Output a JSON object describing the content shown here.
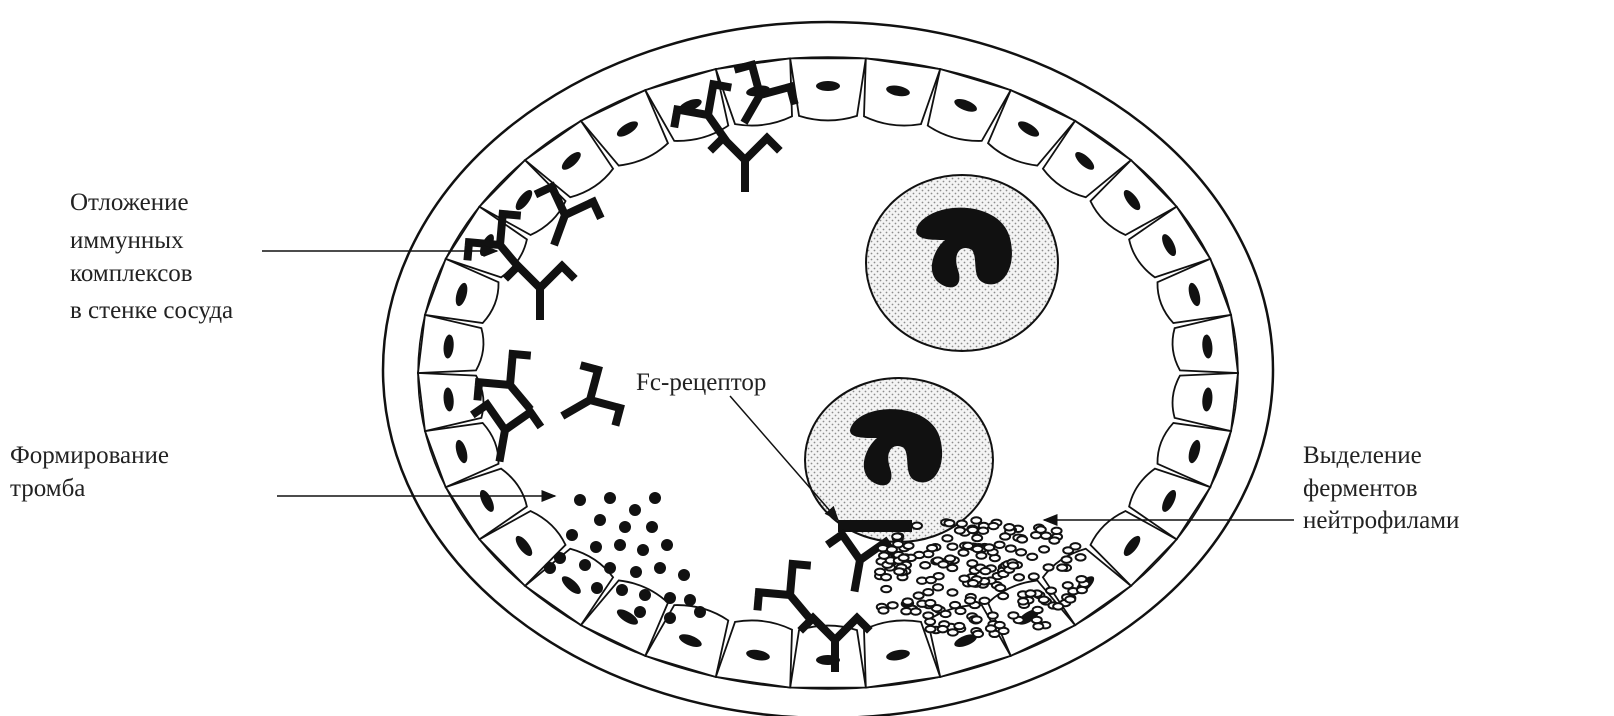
{
  "labels": {
    "immune_deposit": [
      "Отложение",
      "иммунных",
      "комплексов",
      "в стенке сосуда"
    ],
    "thrombus": [
      "Формирование",
      "тромба"
    ],
    "fc_receptor": "Fc-рецептор",
    "enzymes": [
      "Выделение",
      "ферментов",
      "нейтрофилами"
    ]
  },
  "colors": {
    "ink": "#111111",
    "text": "#222222",
    "stipple": "#9a9a9a",
    "background": "#ffffff"
  }
}
